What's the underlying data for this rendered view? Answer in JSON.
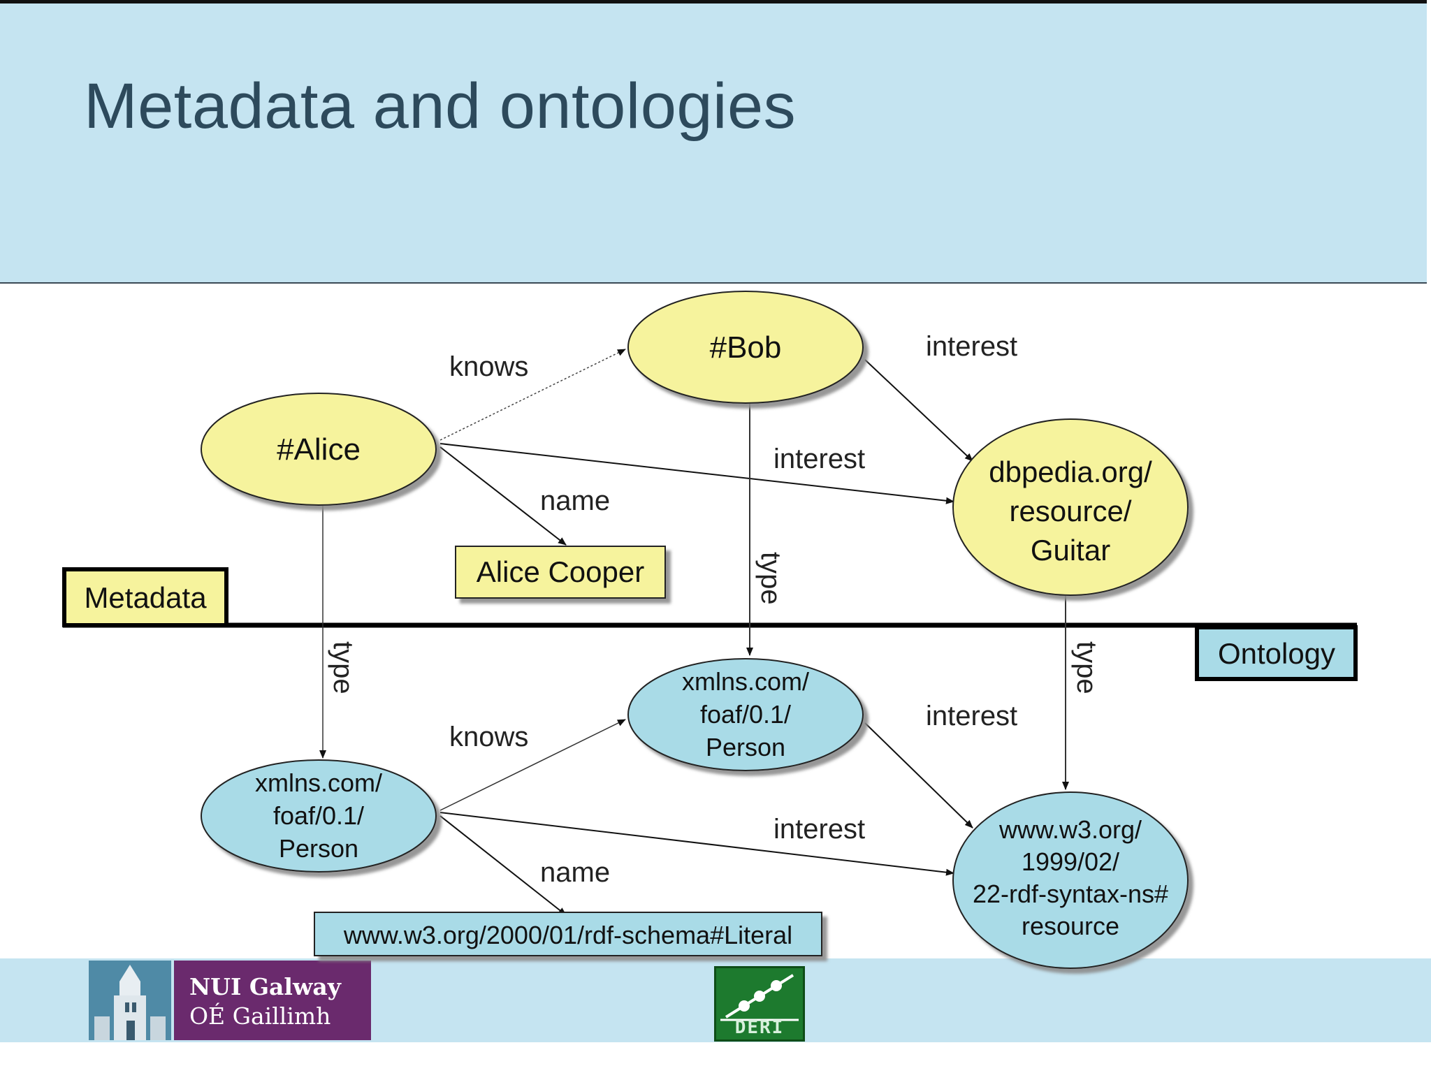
{
  "slide": {
    "title": "Metadata and ontologies"
  },
  "colors": {
    "header_background": "#c5e4f1",
    "metadata_node_fill": "#f6f39d",
    "ontology_node_fill": "#a9dbe7",
    "title_text": "#2d4a5c",
    "nui_purple": "#6a2a6d",
    "deri_green": "#1d7a2e"
  },
  "diagram": {
    "layer_labels": {
      "metadata": "Metadata",
      "ontology": "Ontology"
    },
    "nodes": {
      "alice": "#Alice",
      "bob": "#Bob",
      "guitar": [
        "dbpedia.org/",
        "resource/",
        "Guitar"
      ],
      "alice_cooper": "Alice Cooper",
      "person_left": [
        "xmlns.com/",
        "foaf/0.1/",
        "Person"
      ],
      "person_center": [
        "xmlns.com/",
        "foaf/0.1/",
        "Person"
      ],
      "rdf_resource": [
        "www.w3.org/",
        "1999/02/",
        "22-rdf-syntax-ns#",
        "resource"
      ],
      "literal": "www.w3.org/2000/01/rdf-schema#Literal"
    },
    "edge_labels": {
      "knows_top": "knows",
      "interest_bob": "interest",
      "interest_alice": "interest",
      "name_top": "name",
      "type_alice": "type",
      "type_bob": "type",
      "type_guitar": "type",
      "knows_bottom": "knows",
      "interest_person_center": "interest",
      "interest_person_left": "interest",
      "name_bottom": "name"
    }
  },
  "footer": {
    "nui_line1": "NUI Galway",
    "nui_line2": "OÉ Gaillimh",
    "deri_text": "DERI"
  }
}
